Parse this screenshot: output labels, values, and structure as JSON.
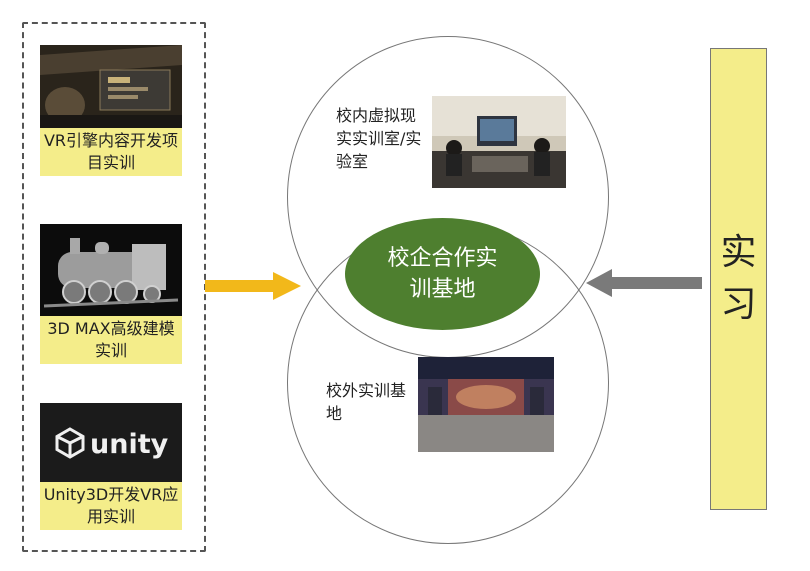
{
  "left_panel": {
    "cards": [
      {
        "label": "VR引擎内容开发项目实训"
      },
      {
        "label": "3D MAX高级建模实训"
      },
      {
        "label": "Unity3D开发VR应用实训",
        "logo_text": "unity"
      }
    ]
  },
  "center": {
    "hub_label": "校企合作实训基地",
    "top_circle_label": "校内虚拟现实实训室/实验室",
    "bottom_circle_label": "校外实训基地"
  },
  "right_bar": {
    "chars": [
      "实",
      "习"
    ]
  },
  "colors": {
    "card_label_bg": "#f4ed8a",
    "hub_green": "#4e7f2f",
    "arrow_yellow": "#f2b81a",
    "arrow_gray": "#7a7a7a",
    "right_bar_bg": "#f4ed8a"
  },
  "icons": [
    "unity-logo-icon",
    "train-model-icon"
  ]
}
